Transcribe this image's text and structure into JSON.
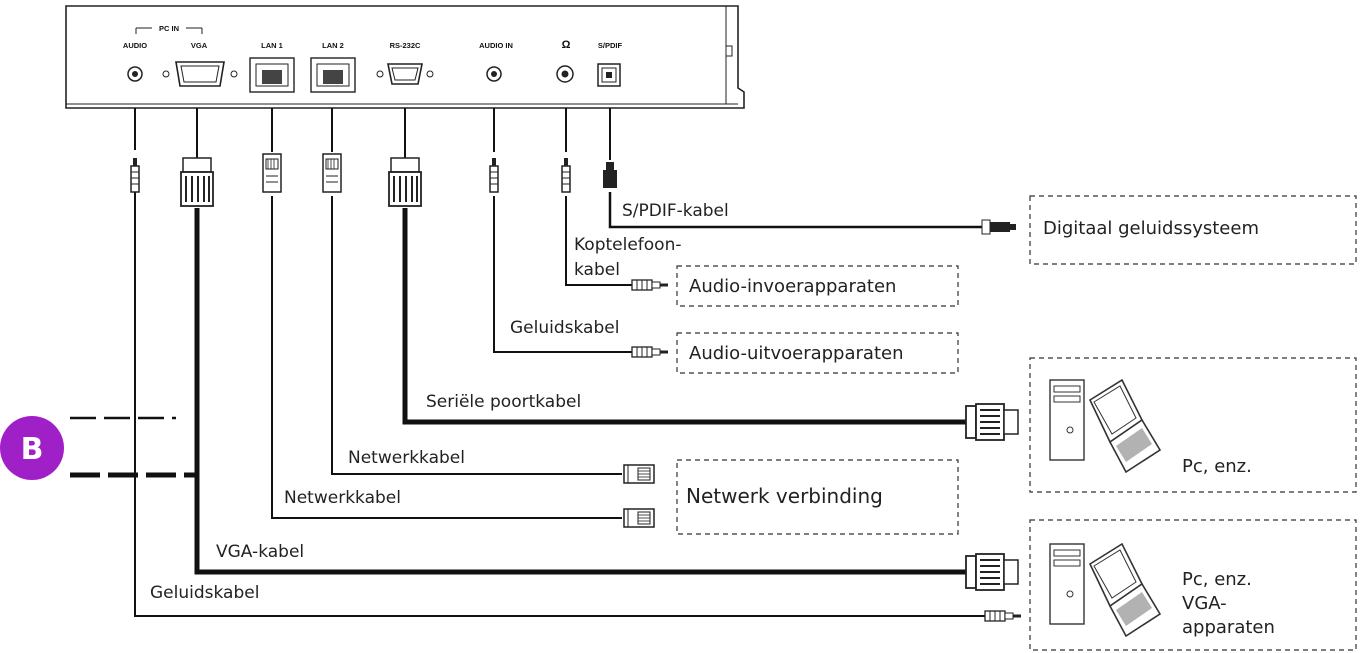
{
  "ports": {
    "pc_in": "PC IN",
    "audio": "AUDIO",
    "vga": "VGA",
    "lan1": "LAN 1",
    "lan2": "LAN 2",
    "rs232c": "RS-232C",
    "audio_in": "AUDIO IN",
    "headphone": "Ω",
    "spdif": "S/PDIF"
  },
  "cables": {
    "spdif": "S/PDIF-kabel",
    "headphone_1": "Koptelefoon-",
    "headphone_2": "kabel",
    "audio_out": "Geluidskabel",
    "serial": "Seriële poortkabel",
    "network_1": "Netwerkkabel",
    "network_2": "Netwerkkabel",
    "vga": "VGA-kabel",
    "audio_pc": "Geluidskabel"
  },
  "devices": {
    "digital_sound": "Digitaal geluidssysteem",
    "audio_input": "Audio-invoerapparaten",
    "audio_output": "Audio-uitvoerapparaten",
    "network": "Netwerk verbinding",
    "pc_1": "Pc, enz.",
    "pc_2a": "Pc, enz.",
    "pc_2b": "VGA-",
    "pc_2c": "apparaten"
  },
  "badge": {
    "letter": "B",
    "color": "#a020c8"
  }
}
